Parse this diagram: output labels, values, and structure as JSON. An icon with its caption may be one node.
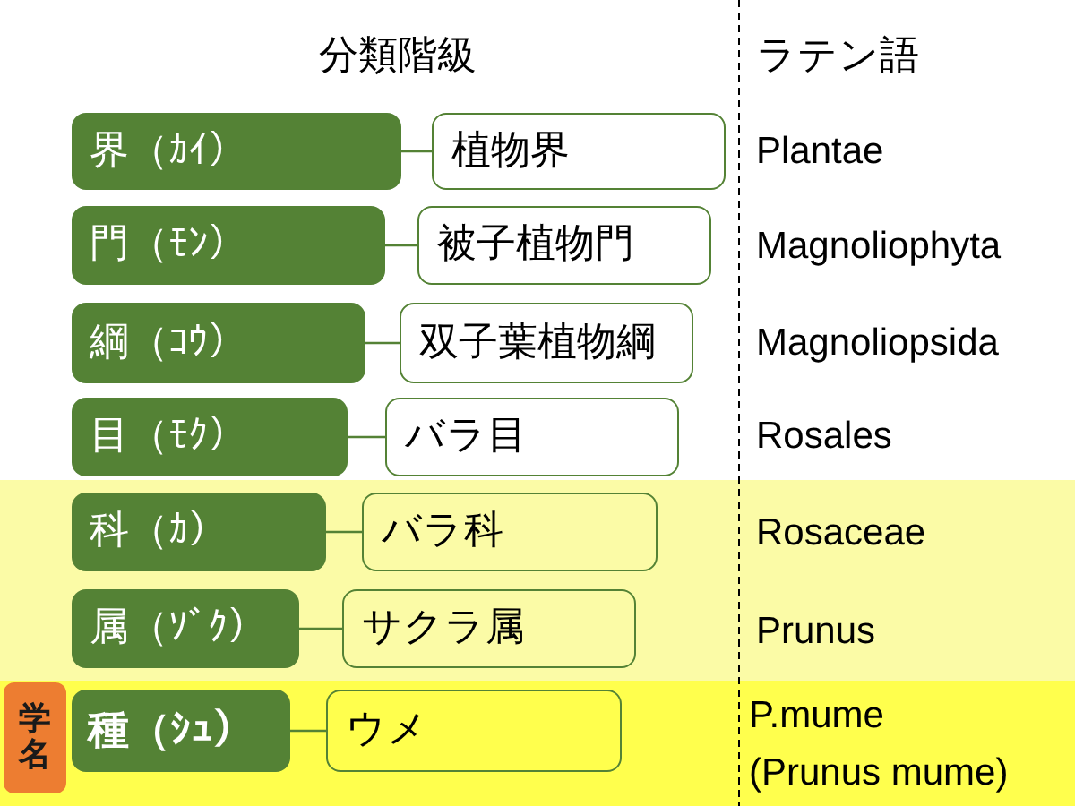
{
  "diagram": {
    "nodes": [
      {
        "text": [
          "界（ｶｲ）"
        ]
      },
      {
        "text": [
          "植物界"
        ]
      },
      {
        "text": [
          "門（ﾓﾝ）"
        ]
      },
      {
        "text": [
          "被子植物門"
        ]
      },
      {
        "text": [
          "綱（ｺｳ）"
        ]
      },
      {
        "text": [
          "双子葉植物綱"
        ]
      },
      {
        "text": [
          "目（ﾓｸ）"
        ]
      },
      {
        "text": [
          "バラ目"
        ]
      },
      {
        "text": [
          "科（ｶ）"
        ]
      },
      {
        "text": [
          "バラ科"
        ]
      },
      {
        "text": [
          "属（ｿﾞｸ）"
        ]
      },
      {
        "text": [
          "サクラ属"
        ]
      },
      {
        "text": [
          "学名"
        ]
      },
      {
        "text": [
          "種（ｼｭ）"
        ]
      },
      {
        "text": [
          "ウメ"
        ]
      }
    ],
    "edges": [
      {
        "from": 0,
        "to": 1,
        "arrow": "none"
      },
      {
        "from": 2,
        "to": 3,
        "arrow": "none"
      },
      {
        "from": 4,
        "to": 5,
        "arrow": "none"
      },
      {
        "from": 6,
        "to": 7,
        "arrow": "none"
      },
      {
        "from": 8,
        "to": 9,
        "arrow": "none"
      },
      {
        "from": 10,
        "to": 11,
        "arrow": "none"
      },
      {
        "from": 13,
        "to": 14,
        "arrow": "none"
      }
    ],
    "labels": [
      "分類階級",
      "ラテン語",
      "Plantae",
      "Magnoliophyta",
      "Magnoliopsida",
      "Rosales",
      "Rosaceae",
      "Prunus",
      "P.mume (Prunus mume)"
    ]
  }
}
